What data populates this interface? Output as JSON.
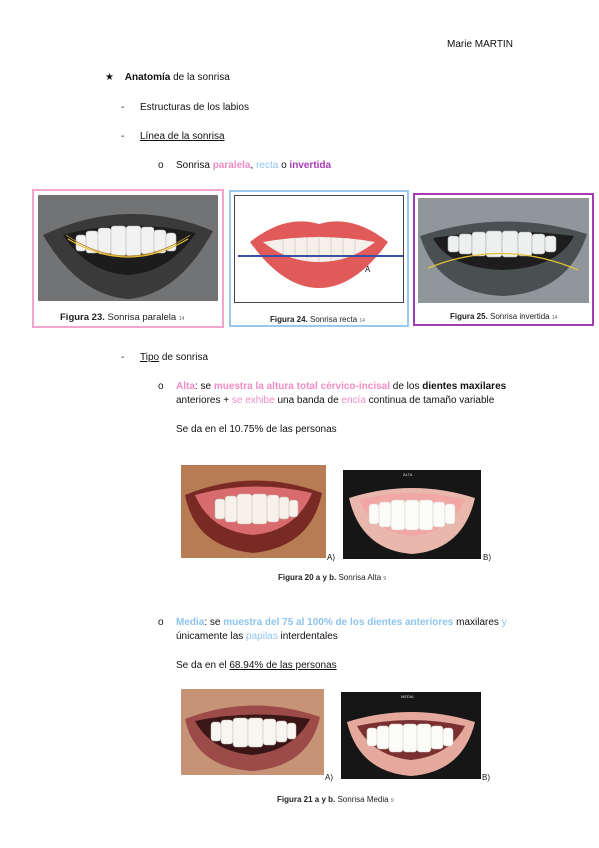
{
  "header": {
    "author": "Marie MARTIN"
  },
  "section": {
    "bullet": "★",
    "title_bold": "Anatomía",
    "title_rest": " de la sonrisa"
  },
  "items": {
    "dash": "-",
    "circle": "o",
    "lips": "Estructuras de los labios",
    "smile_line": "Línea de la sonrisa",
    "smile_types": {
      "pre": "Sonrisa ",
      "paralela": "paralela",
      "comma": ", ",
      "recta": "recta",
      "o": " o ",
      "invertida": "invertida"
    },
    "tipo": {
      "u": "Tipo",
      "rest": " de sonrisa"
    }
  },
  "figures_row": {
    "f23": {
      "num": "Figura 23.",
      "text": " Sonrisa paralela",
      "ref": "14"
    },
    "f24": {
      "num": "Figura 24.",
      "text": " Sonrisa recta",
      "ref": "14",
      "label_a": "A"
    },
    "f25": {
      "num": "Figura 25.",
      "text": " Sonrisa invertida",
      "ref": "14"
    }
  },
  "alta": {
    "term": "Alta",
    "colon": ": se ",
    "p1": "muestra la altura total cérvico-incisal",
    "p2": " de los ",
    "p3": "dientes maxilares",
    "p4": "anteriores + ",
    "p5": "se exhibe",
    "p6": " una banda de ",
    "p7": "encía",
    "p8": " continua de tamaño variable",
    "stat": "Se da en el 10.75% de las personas",
    "label_a": "A)",
    "label_b": "B)",
    "tag": "ALTA",
    "caption_num": "Figura 20 a y b.",
    "caption_text": " Sonrisa Alta",
    "caption_ref": "9"
  },
  "media": {
    "term": "Media",
    "colon": ": se ",
    "p1": "muestra del 75 al 100% de los dientes anteriores",
    "p2": " maxilares ",
    "p3": "y",
    "p4": "únicamente las ",
    "p5": "papilas",
    "p6": " interdentales",
    "stat_pre": "Se da en el ",
    "stat_u": "68.94% de las personas",
    "label_a": "A)",
    "label_b": "B)",
    "tag": "MEDIA",
    "caption_num": "Figura 21 a y b.",
    "caption_text": " Sonrisa Media",
    "caption_ref": "9"
  },
  "colors": {
    "paralela": "#f08cc4",
    "recta": "#8ec3ef",
    "invertida": "#a53bb3"
  }
}
